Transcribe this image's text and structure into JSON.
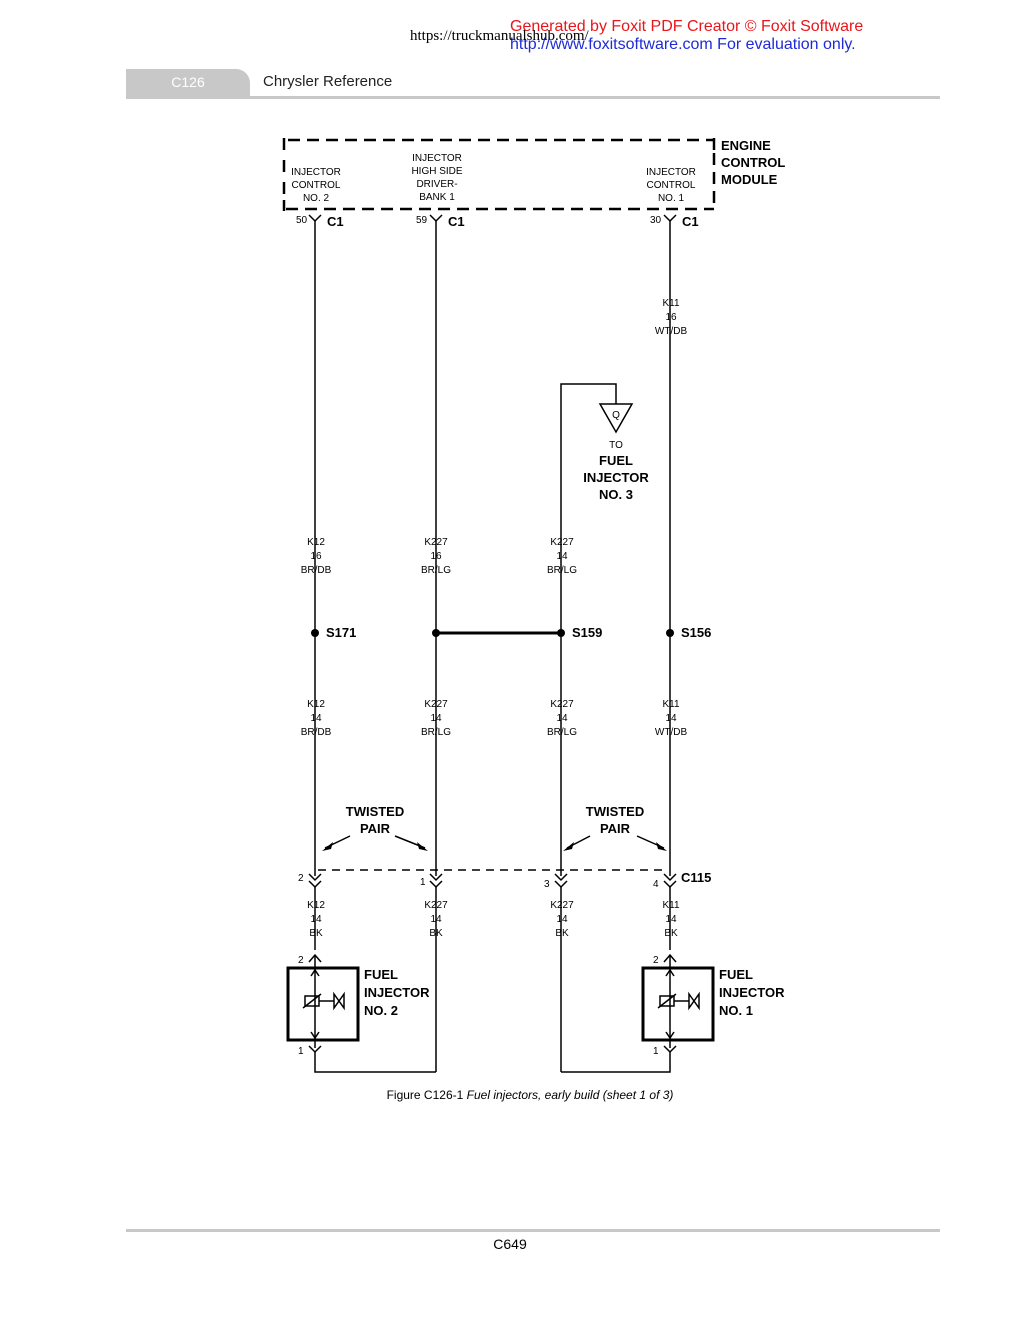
{
  "watermark": {
    "url": "https://truckmanualshub.com/",
    "foxit_line1": "Generated by Foxit PDF Creator © Foxit Software",
    "foxit_line2": "http://www.foxitsoftware.com   For evaluation only."
  },
  "header": {
    "tab": "C126",
    "title": "Chrysler Reference"
  },
  "ecm": {
    "title": [
      "ENGINE",
      "CONTROL",
      "MODULE"
    ],
    "pins": [
      {
        "label": [
          "INJECTOR",
          "CONTROL",
          "NO. 2"
        ],
        "pin": "50",
        "conn": "C1"
      },
      {
        "label": [
          "INJECTOR",
          "HIGH SIDE",
          "DRIVER-",
          "BANK 1"
        ],
        "pin": "59",
        "conn": "C1"
      },
      {
        "label": [
          "INJECTOR",
          "CONTROL",
          "NO. 1"
        ],
        "pin": "30",
        "conn": "C1"
      }
    ]
  },
  "wires": {
    "k11_upper": [
      "K11",
      "16",
      "WT/DB"
    ],
    "upper": [
      [
        "K12",
        "16",
        "BR/DB"
      ],
      [
        "K227",
        "16",
        "BR/LG"
      ],
      [
        "K227",
        "14",
        "BR/LG"
      ]
    ],
    "middle": [
      [
        "K12",
        "14",
        "BR/DB"
      ],
      [
        "K227",
        "14",
        "BR/LG"
      ],
      [
        "K227",
        "14",
        "BR/LG"
      ],
      [
        "K11",
        "14",
        "WT/DB"
      ]
    ],
    "lower": [
      [
        "K12",
        "14",
        "BK"
      ],
      [
        "K227",
        "14",
        "BK"
      ],
      [
        "K227",
        "14",
        "BK"
      ],
      [
        "K11",
        "14",
        "BK"
      ]
    ]
  },
  "splices": [
    "S171",
    "S159",
    "S156"
  ],
  "offpage": {
    "letter": "Q",
    "text": [
      "TO",
      "FUEL",
      "INJECTOR",
      "NO. 3"
    ]
  },
  "twisted_pair": [
    "TWISTED",
    "PAIR"
  ],
  "connector_c115": {
    "name": "C115",
    "pins": [
      "2",
      "1",
      "3",
      "4"
    ]
  },
  "injectors": [
    {
      "label": [
        "FUEL",
        "INJECTOR",
        "NO. 2"
      ],
      "pin_top": "2",
      "pin_bottom": "1"
    },
    {
      "label": [
        "FUEL",
        "INJECTOR",
        "NO. 1"
      ],
      "pin_top": "2",
      "pin_bottom": "1"
    }
  ],
  "caption": {
    "figure": "Figure C126-1",
    "title": "Fuel injectors, early build (sheet 1 of 3)"
  },
  "page_number": "C649"
}
